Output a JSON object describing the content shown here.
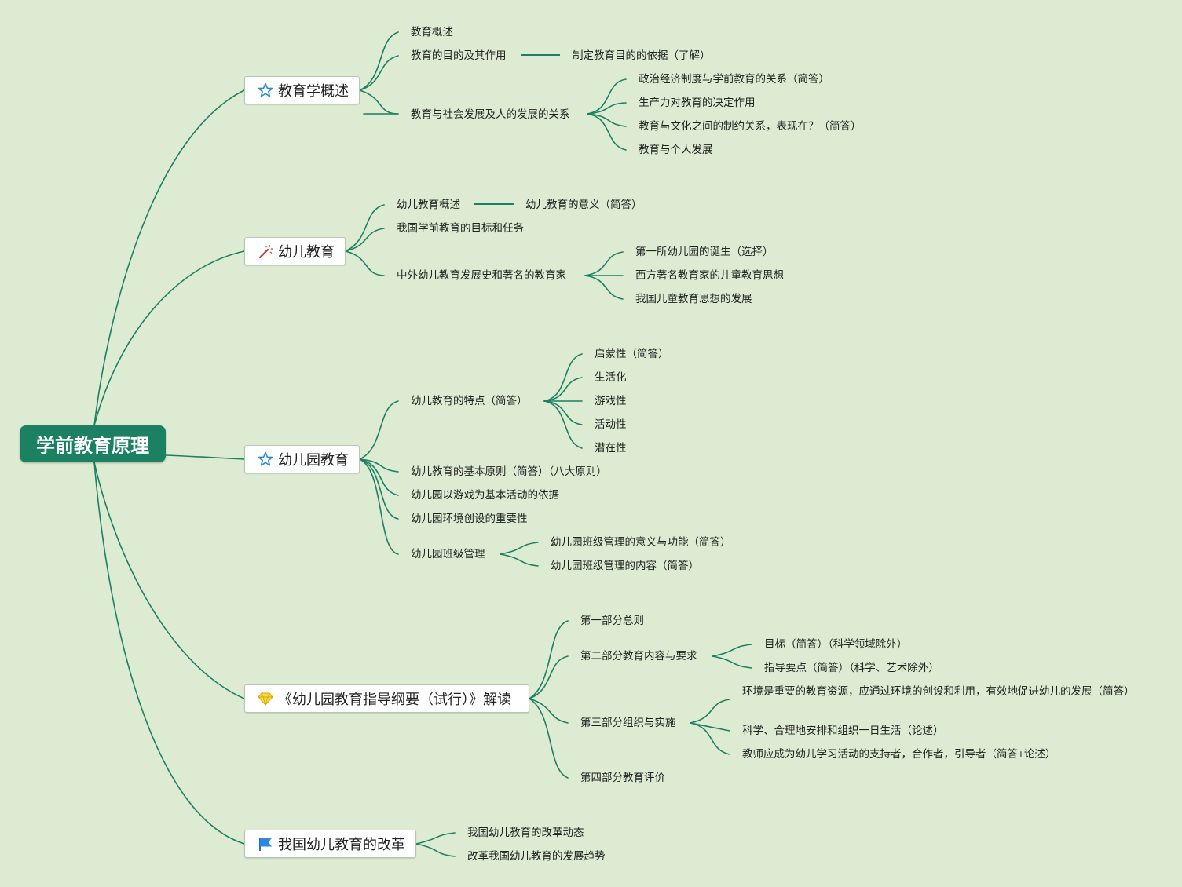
{
  "root": {
    "label": "学前教育原理"
  },
  "colors": {
    "background": "#dcebd2",
    "branch": "#1c8062",
    "root_fill": "#1c8062"
  },
  "sections": [
    {
      "label": "教育学概述",
      "icon": "star-icon",
      "children": [
        {
          "label": "教育概述"
        },
        {
          "label": "教育的目的及其作用",
          "children": [
            {
              "label": "制定教育目的的依据（了解）"
            }
          ]
        },
        {
          "label": "教育与社会发展及人的发展的关系",
          "children": [
            {
              "label": "政治经济制度与学前教育的关系（简答）"
            },
            {
              "label": "生产力对教育的决定作用"
            },
            {
              "label": "教育与文化之间的制约关系，表现在？（简答）"
            },
            {
              "label": "教育与个人发展"
            }
          ]
        }
      ]
    },
    {
      "label": "幼儿教育",
      "icon": "magic-wand-icon",
      "children": [
        {
          "label": "幼儿教育概述",
          "children": [
            {
              "label": "幼儿教育的意义（简答）"
            }
          ]
        },
        {
          "label": "我国学前教育的目标和任务"
        },
        {
          "label": "中外幼儿教育发展史和著名的教育家",
          "children": [
            {
              "label": "第一所幼儿园的诞生（选择）"
            },
            {
              "label": "西方著名教育家的儿童教育思想"
            },
            {
              "label": "我国儿童教育思想的发展"
            }
          ]
        }
      ]
    },
    {
      "label": "幼儿园教育",
      "icon": "star-icon",
      "children": [
        {
          "label": "幼儿教育的特点（简答）",
          "children": [
            {
              "label": "启蒙性（简答）"
            },
            {
              "label": "生活化"
            },
            {
              "label": "游戏性"
            },
            {
              "label": "活动性"
            },
            {
              "label": "潜在性"
            }
          ]
        },
        {
          "label": "幼儿教育的基本原则（简答）（八大原则）"
        },
        {
          "label": "幼儿园以游戏为基本活动的依据"
        },
        {
          "label": "幼儿园环境创设的重要性"
        },
        {
          "label": "幼儿园班级管理",
          "children": [
            {
              "label": "幼儿园班级管理的意义与功能（简答）"
            },
            {
              "label": "幼儿园班级管理的内容（简答）"
            }
          ]
        }
      ]
    },
    {
      "label": "《幼儿园教育指导纲要（试行）》解读",
      "icon": "diamond-icon",
      "children": [
        {
          "label": "第一部分总则"
        },
        {
          "label": "第二部分教育内容与要求",
          "children": [
            {
              "label": "目标（简答）（科学领域除外）"
            },
            {
              "label": "指导要点（简答）（科学、艺术除外）"
            }
          ]
        },
        {
          "label": "第三部分组织与实施",
          "children": [
            {
              "label": "环境是重要的教育资源，应通过环境的创设和利用，有效地促进幼儿的发展（简答）"
            },
            {
              "label": "科学、合理地安排和组织一日生活（论述）"
            },
            {
              "label": "教师应成为幼儿学习活动的支持者，合作者，引导者（简答+论述）"
            }
          ]
        },
        {
          "label": "第四部分教育评价"
        }
      ]
    },
    {
      "label": "我国幼儿教育的改革",
      "icon": "flag-icon",
      "children": [
        {
          "label": "我国幼儿教育的改革动态"
        },
        {
          "label": "改革我国幼儿教育的发展趋势"
        }
      ]
    }
  ]
}
